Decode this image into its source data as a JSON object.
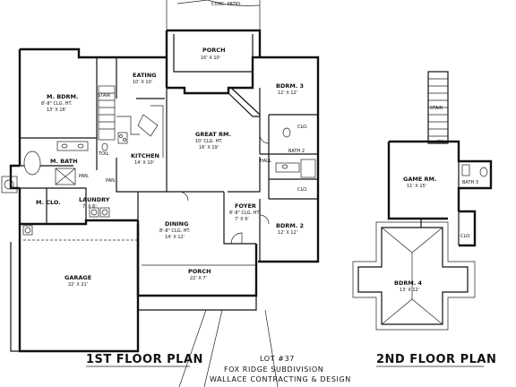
{
  "patio": "CONC. PATIO",
  "rooms": {
    "porch_rear": {
      "name": "PORCH",
      "size": "16' X 10'"
    },
    "eating": {
      "name": "EATING",
      "size": "10' X 10'"
    },
    "m_bdrm": {
      "name": "M. BDRM.",
      "clg": "8'-8\" CLG. HT.",
      "size": "13' X 16'"
    },
    "stair1": "STAIR",
    "great_rm": {
      "name": "GREAT RM.",
      "clg": "10' CLG. HT.",
      "size": "16' X 19'"
    },
    "kitchen": {
      "name": "KITCHEN",
      "size": "14' X 10'"
    },
    "toil": "TOIL",
    "m_bath": "M. BATH",
    "pan1": "PAN.",
    "pan2": "PAN.",
    "m_clo": "M. CLO.",
    "laundry": {
      "name": "LAUNDRY",
      "size": "7' X 6'"
    },
    "dining": {
      "name": "DINING",
      "clg": "8'-8\" CLG. HT.",
      "size": "14' X 12'"
    },
    "foyer": {
      "name": "FOYER",
      "clg": "8'-8\" CLG. HT.",
      "size": "7' X 9'"
    },
    "bdrm3": {
      "name": "BDRM. 3",
      "size": "12' X 12'"
    },
    "clo1": "CLO.",
    "hall": "HALL",
    "bath2": "BATH 2",
    "clo2": "CLO.",
    "bdrm2": {
      "name": "BDRM. 2",
      "size": "12' X 12'"
    },
    "garage": {
      "name": "GARAGE",
      "size": "22' X 21'"
    },
    "porch_front": {
      "name": "PORCH",
      "size": "22' X 7'"
    },
    "stair2": "STAIR",
    "dn": "DN",
    "game_rm": {
      "name": "GAME RM.",
      "size": "11' X 15'"
    },
    "bath3": "BATH 3",
    "clo3": "CLO.",
    "bdrm4": {
      "name": "BDRM. 4",
      "size": "13' X 12'"
    }
  },
  "titles": {
    "first": "1ST FLOOR PLAN",
    "second": "2ND FLOOR PLAN",
    "lot": "LOT #37",
    "subdivision": "FOX RIDGE SUBDIVISION",
    "builder": "WALLACE CONTRACTING & DESIGN"
  }
}
